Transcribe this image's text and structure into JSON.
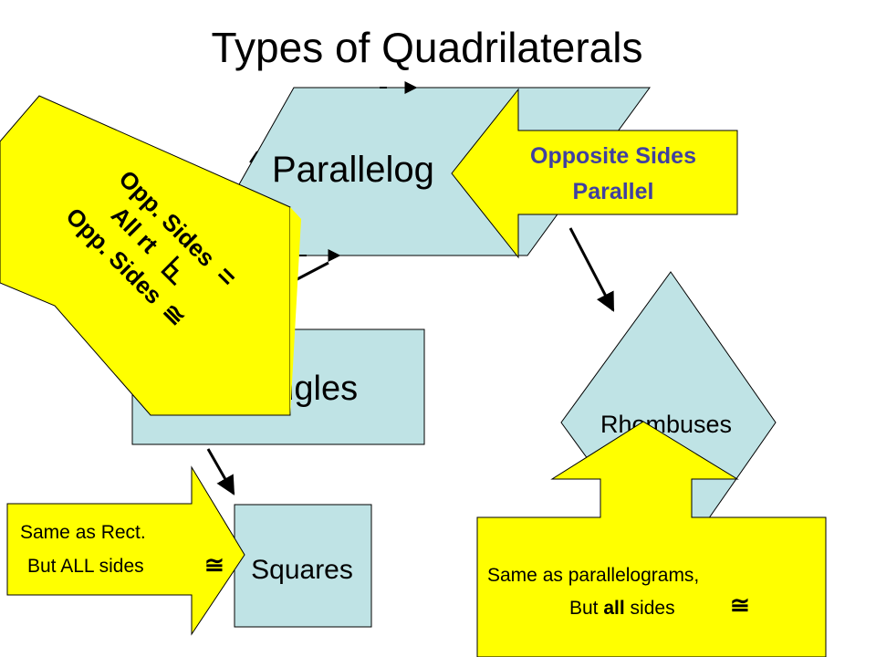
{
  "title": "Types of Quadrilaterals",
  "shapes": {
    "parallelogram": "Parallelog",
    "rectangles": "Rectangles",
    "rhombuses": "Rhombuses",
    "squares": "Squares"
  },
  "callouts": {
    "parallel": {
      "line1": "Opposite Sides",
      "line2": "Parallel",
      "text_color": "#4040a0",
      "fill": "#ffff00"
    },
    "rectangle": {
      "line1": "Opp. Sides",
      "line1_symbol": "=",
      "line2": "All rt",
      "line2_symbol": "right-angle-icon",
      "line3": "Opp. Sides",
      "line3_symbol": "≅"
    },
    "square": {
      "line1": "Same as Rect.",
      "line2": "But ALL sides",
      "symbol": "≅"
    },
    "rhombus": {
      "line1": "Same as parallelograms,",
      "line2_prefix": "But ",
      "line2_bold": "all",
      "line2_suffix": " sides",
      "symbol": "≅"
    }
  },
  "colors": {
    "shape_fill": "#bfe3e5",
    "callout_fill": "#ffff00",
    "stroke": "#000000"
  }
}
